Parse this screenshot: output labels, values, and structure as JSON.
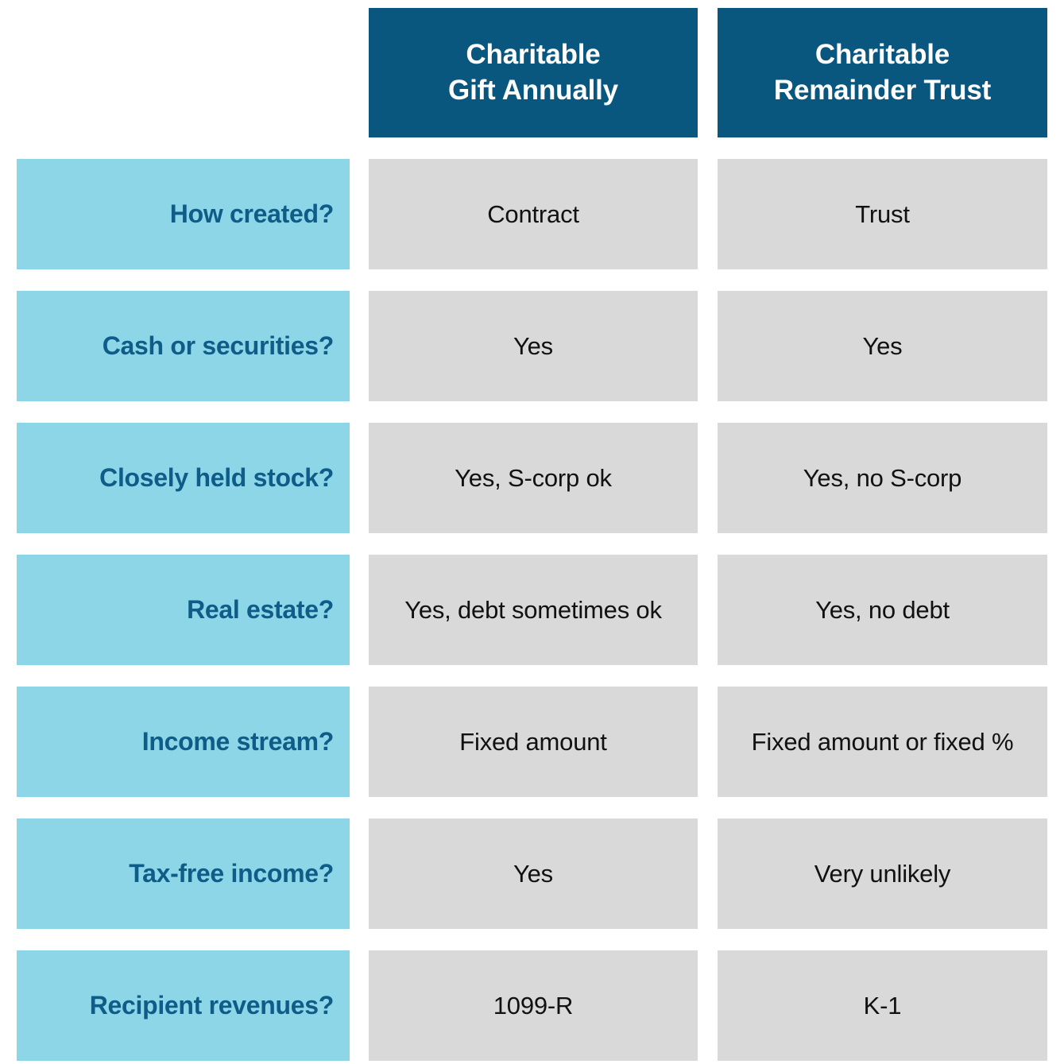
{
  "table": {
    "title": "Charitable Gift Annuity vs Charitable Remainder Trust comparison",
    "colors": {
      "header_background": "#09567E",
      "header_text": "#FFFFFF",
      "label_background": "#8CD6E8",
      "label_text": "#0E5C87",
      "cell_background": "#D9D9D9",
      "cell_text": "#111111",
      "page_background": "#FFFFFF"
    },
    "columns": [
      {
        "label": "Charitable\nGift Annually",
        "line1": "Charitable",
        "line2": "Gift Annually"
      },
      {
        "label": "Charitable\nRemainder Trust",
        "line1": "Charitable",
        "line2": "Remainder Trust"
      }
    ],
    "rows": [
      {
        "label": "How created?",
        "values": [
          "Contract",
          "Trust"
        ]
      },
      {
        "label": "Cash or securities?",
        "values": [
          "Yes",
          "Yes"
        ]
      },
      {
        "label": "Closely held stock?",
        "values": [
          "Yes, S-corp ok",
          "Yes, no S-corp"
        ]
      },
      {
        "label": "Real estate?",
        "values": [
          "Yes, debt sometimes ok",
          "Yes, no debt"
        ]
      },
      {
        "label": "Income stream?",
        "values": [
          "Fixed amount",
          "Fixed amount or fixed %"
        ]
      },
      {
        "label": "Tax-free income?",
        "values": [
          "Yes",
          "Very unlikely"
        ]
      },
      {
        "label": "Recipient revenues?",
        "values": [
          "1099-R",
          "K-1"
        ]
      }
    ]
  }
}
